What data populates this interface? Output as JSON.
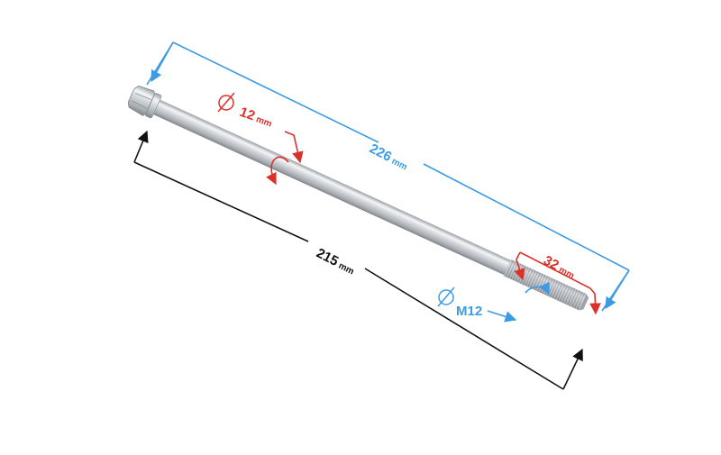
{
  "colors": {
    "blue": "#3d9be3",
    "red": "#d9322b",
    "black": "#111111",
    "metal_light": "#e8eaec",
    "metal_mid": "#b9bec3",
    "metal_dark": "#8a9096"
  },
  "dimensions": {
    "overall": {
      "value": "226",
      "unit": "mm"
    },
    "shaft": {
      "value": "215",
      "unit": "mm"
    },
    "diameter": {
      "value": "12",
      "unit": "mm"
    },
    "thread_length": {
      "value": "32",
      "unit": "mm"
    },
    "thread_size": {
      "value": "M12"
    }
  },
  "icons": {
    "diameter_symbol": "diameter-icon"
  }
}
